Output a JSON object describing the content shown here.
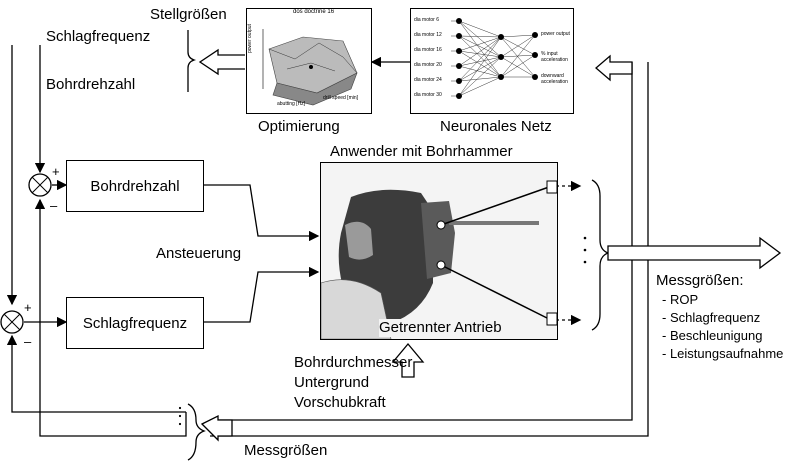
{
  "labels": {
    "stellgroessen": "Stellgrößen",
    "schlagfrequenz_top": "Schlagfrequenz",
    "bohrdrehzahl_top": "Bohrdrehzahl",
    "optimierung": "Optimierung",
    "neuronales_netz": "Neuronales Netz",
    "anwender": "Anwender mit Bohrhammer",
    "ansteuerung": "Ansteuerung",
    "getrennter_antrieb": "Getrennter Antrieb",
    "messgroessen_bottom": "Messgrößen"
  },
  "boxes": {
    "bohrdrehzahl": "Bohrdrehzahl",
    "schlagfrequenz": "Schlagfrequenz"
  },
  "summers": {
    "plus": "+",
    "minus": "–"
  },
  "disturbances": [
    "Bohrdurchmesser",
    "Untergrund",
    "Vorschubkraft"
  ],
  "outputs": {
    "title": "Messgrößen:",
    "items": [
      "- ROP",
      "- Schlagfrequenz",
      "- Beschleunigung",
      "- Leistungsaufnahme"
    ]
  },
  "network": {
    "inputs": [
      "dia motor 6",
      "dia motor 12",
      "dia motor 16",
      "dia motor 20",
      "dia motor 24",
      "dia motor 30"
    ],
    "outputs": [
      "power output",
      "% input acceleration",
      "downward acceleration"
    ]
  },
  "plot": {
    "title": "dos doctrine 16",
    "z_label": "power output",
    "x_label": "abutting [Hz]",
    "y_label": "drill speed [min]"
  }
}
